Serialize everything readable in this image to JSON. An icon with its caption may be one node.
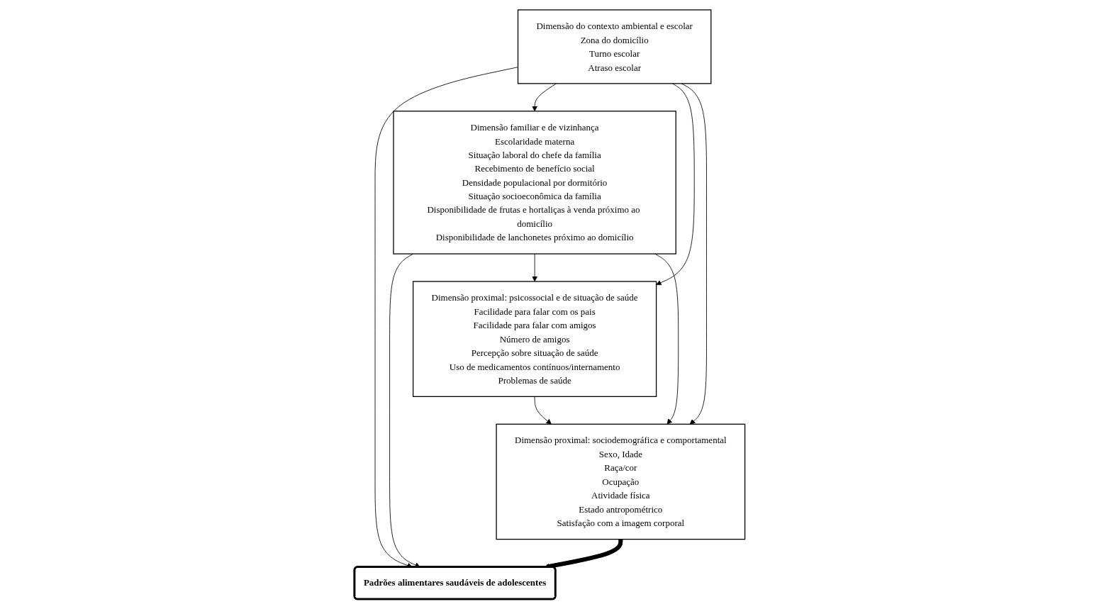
{
  "diagram": {
    "nodes": [
      {
        "text": [
          "Dimensão do contexto ambiental e escolar",
          "Zona do domicílio",
          "Turno escolar",
          "Atraso escolar"
        ]
      },
      {
        "text": [
          "Dimensão familiar e de vizinhança",
          "Escolaridade materna",
          "Situação laboral do chefe da família",
          "Recebimento de benefício social",
          "Densidade populacional por dormitório",
          "Situação socioeconômica da família",
          "Disponibilidade de frutas e hortaliças à venda próximo ao domicílio",
          "Disponibilidade de lanchonetes próximo ao domicílio"
        ]
      },
      {
        "text": [
          "Dimensão proximal: psicossocial e de situação de saúde",
          "Facilidade para falar com os pais",
          "Facilidade para falar com amigos",
          "Número de amigos",
          "Percepção sobre situação de saúde",
          "Uso de medicamentos contínuos/internamento",
          "Problemas de saúde"
        ]
      },
      {
        "text": [
          "Dimensão proximal: sociodemográfica e comportamental",
          "Sexo, Idade",
          "Raça/cor",
          "Ocupação",
          "Atividade física",
          "Estado antropométrico",
          "Satisfação com a imagem corporal"
        ]
      },
      {
        "text": [
          "Padrões alimentares saudáveis de adolescentes"
        ]
      }
    ],
    "edges": [
      {
        "from": 0,
        "to": 4,
        "arrow": "to"
      },
      {
        "from": 0,
        "to": 1,
        "arrow": "to"
      },
      {
        "from": 0,
        "to": 2,
        "arrow": "to"
      },
      {
        "from": 0,
        "to": 3,
        "arrow": "to"
      },
      {
        "from": 1,
        "to": 4,
        "arrow": "to"
      },
      {
        "from": 1,
        "to": 2,
        "arrow": "to"
      },
      {
        "from": 1,
        "to": 3,
        "arrow": "to"
      },
      {
        "from": 2,
        "to": 3,
        "arrow": "to"
      },
      {
        "from": 3,
        "to": 4,
        "arrow": "to",
        "style": "thick"
      }
    ]
  }
}
